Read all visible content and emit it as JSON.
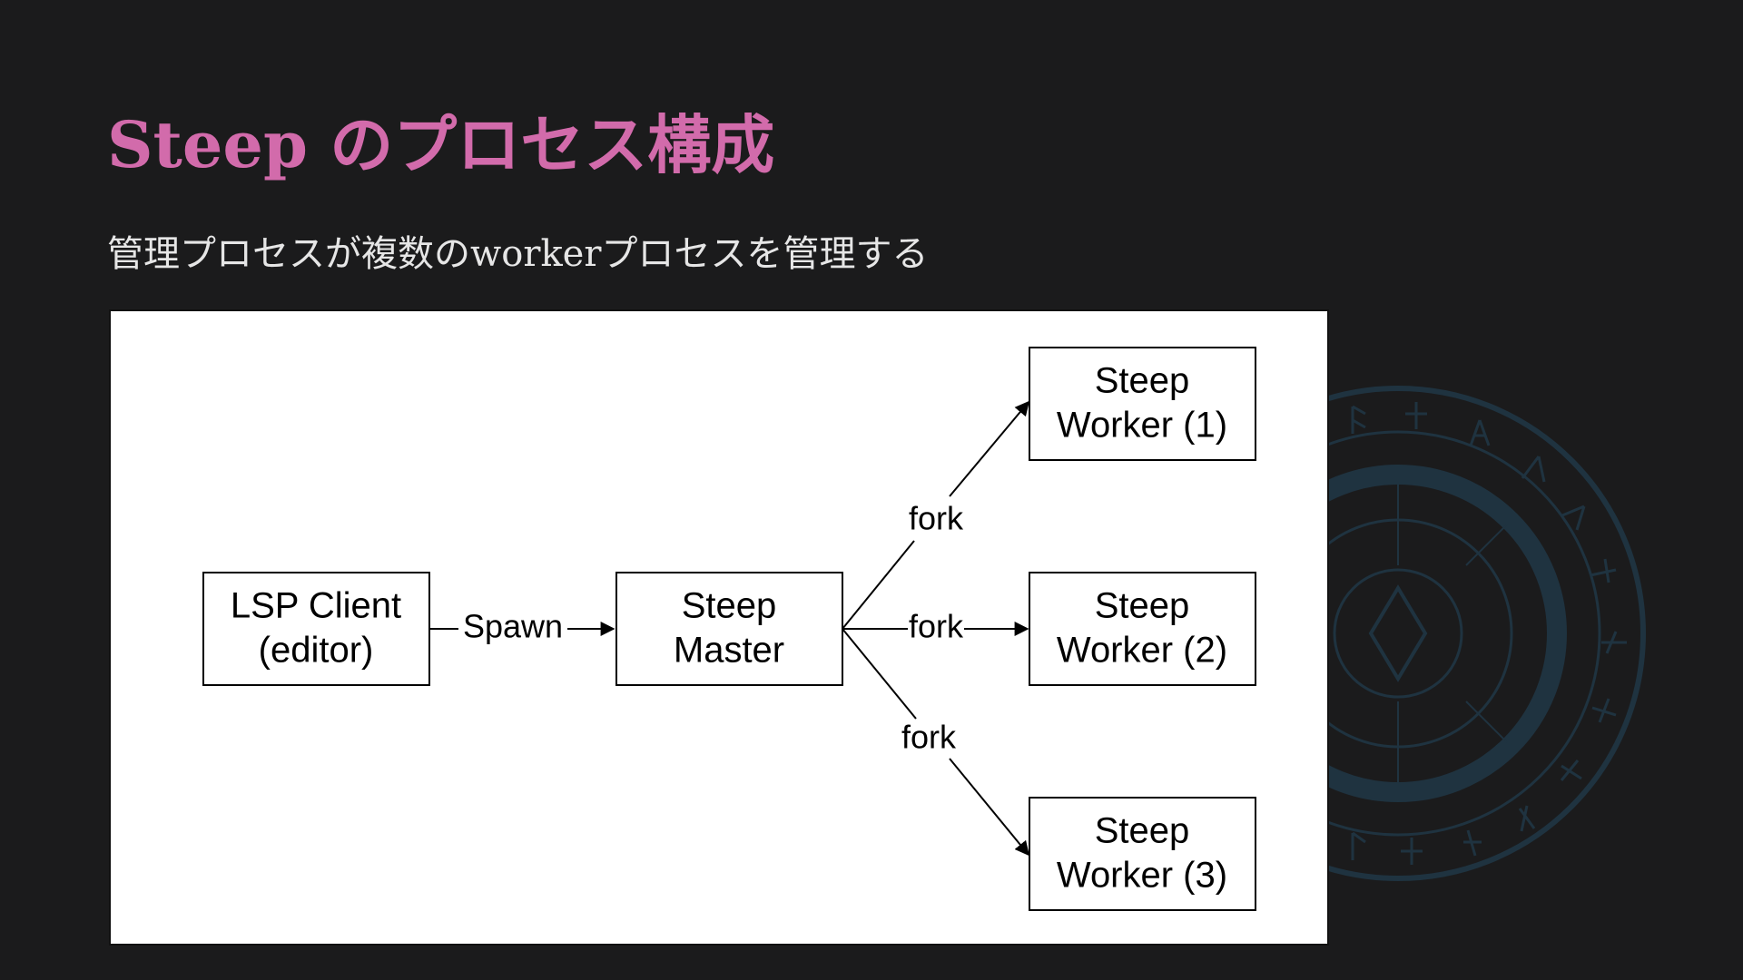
{
  "slide": {
    "title": "Steep のプロセス構成",
    "subtitle": "管理プロセスが複数のworkerプロセスを管理する",
    "colors": {
      "background": "#1b1b1c",
      "title": "#d26bab",
      "text": "#e6e6e6",
      "emblem": "#1f3340"
    }
  },
  "diagram": {
    "nodes": {
      "lsp_client": {
        "line1": "LSP Client",
        "line2": "(editor)"
      },
      "master": {
        "line1": "Steep",
        "line2": "Master"
      },
      "worker1": {
        "line1": "Steep",
        "line2": "Worker (1)"
      },
      "worker2": {
        "line1": "Steep",
        "line2": "Worker (2)"
      },
      "worker3": {
        "line1": "Steep",
        "line2": "Worker (3)"
      }
    },
    "edges": {
      "spawn": "Spawn",
      "fork1": "fork",
      "fork2": "fork",
      "fork3": "fork"
    }
  }
}
